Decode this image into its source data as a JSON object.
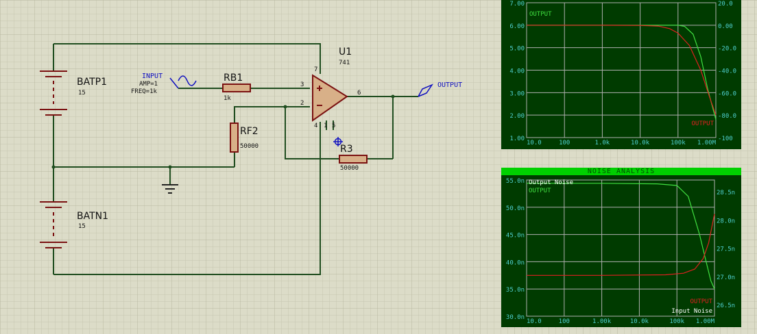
{
  "schematic": {
    "batp1": {
      "name": "BATP1",
      "value": "15"
    },
    "batn1": {
      "name": "BATN1",
      "value": "15"
    },
    "rb1": {
      "name": "RB1",
      "value": "1k"
    },
    "rf2": {
      "name": "RF2",
      "value": "50000"
    },
    "r3": {
      "name": "R3",
      "value": "50000"
    },
    "u1": {
      "name": "U1",
      "value": "741",
      "pins": {
        "p7": "7",
        "p3": "3",
        "p2": "2",
        "p6": "6",
        "p4": "4",
        "p1": "1",
        "p5": "5"
      }
    },
    "input_gen": {
      "label": "INPUT",
      "amp": "AMP=1",
      "freq": "FREQ=1k"
    },
    "output_term": {
      "label": "OUTPUT"
    }
  },
  "chart_data": [
    {
      "type": "line",
      "title": "",
      "x_tick_labels": [
        "10.0",
        "100",
        "1.0k",
        "10.0k",
        "100k",
        "1.00M"
      ],
      "y_left_tick_labels": [
        "7.00",
        "6.00",
        "5.00",
        "4.00",
        "3.00",
        "2.00",
        "1.00"
      ],
      "y_right_tick_labels": [
        "20.0",
        "0.00",
        "-20.0",
        "-40.0",
        "-60.0",
        "-80.0",
        "-100"
      ],
      "xlim": [
        10,
        1000000
      ],
      "ylim_left": [
        1,
        7
      ],
      "ylim_right": [
        -100,
        20
      ],
      "scale_x": "log",
      "grid": true,
      "labels": {
        "left_trace": "OUTPUT",
        "right_trace": "OUTPUT"
      },
      "series": [
        {
          "color": "#40e040",
          "axis": "left",
          "x": [
            10,
            1000,
            100000,
            150000,
            250000,
            400000,
            600000,
            800000,
            1000000
          ],
          "y": [
            6.0,
            6.0,
            6.0,
            5.95,
            5.6,
            4.6,
            3.2,
            2.4,
            1.8
          ]
        },
        {
          "color": "#e02020",
          "axis": "right",
          "x": [
            10,
            1000,
            10000,
            30000,
            60000,
            100000,
            200000,
            400000,
            700000,
            1000000
          ],
          "y": [
            0,
            0,
            -0.2,
            -0.8,
            -3,
            -7,
            -18,
            -40,
            -65,
            -80
          ]
        }
      ]
    },
    {
      "type": "line",
      "title": "NOISE ANALYSIS",
      "x_tick_labels": [
        "10.0",
        "100",
        "1.00k",
        "10.0k",
        "100k",
        "1.00M"
      ],
      "y_left_tick_labels": [
        "55.0n",
        "50.0n",
        "45.0n",
        "40.0n",
        "35.0n",
        "30.0n"
      ],
      "y_right_tick_labels": [
        "28.5n",
        "28.0n",
        "27.5n",
        "27.0n",
        "26.5n"
      ],
      "xlim": [
        10,
        1000000
      ],
      "ylim_left": [
        30,
        55
      ],
      "ylim_right": [
        26.2,
        28.8
      ],
      "scale_x": "log",
      "grid": true,
      "labels": {
        "output_noise": "Output Noise",
        "green_trace": "OUTPUT",
        "red_trace": "OUTPUT",
        "input_noise": "Input Noise"
      },
      "series": [
        {
          "color": "#40e040",
          "axis": "left",
          "x": [
            10,
            1000,
            30000,
            100000,
            200000,
            400000,
            600000,
            800000,
            1000000
          ],
          "y": [
            54.4,
            54.4,
            54.3,
            54.0,
            52.0,
            45.0,
            40.0,
            36.5,
            35.0
          ]
        },
        {
          "color": "#e02020",
          "axis": "right",
          "x": [
            10,
            1000,
            50000,
            150000,
            300000,
            500000,
            700000,
            850000,
            1000000
          ],
          "y": [
            26.98,
            26.98,
            26.99,
            27.02,
            27.1,
            27.3,
            27.6,
            27.9,
            28.15
          ]
        }
      ]
    }
  ]
}
